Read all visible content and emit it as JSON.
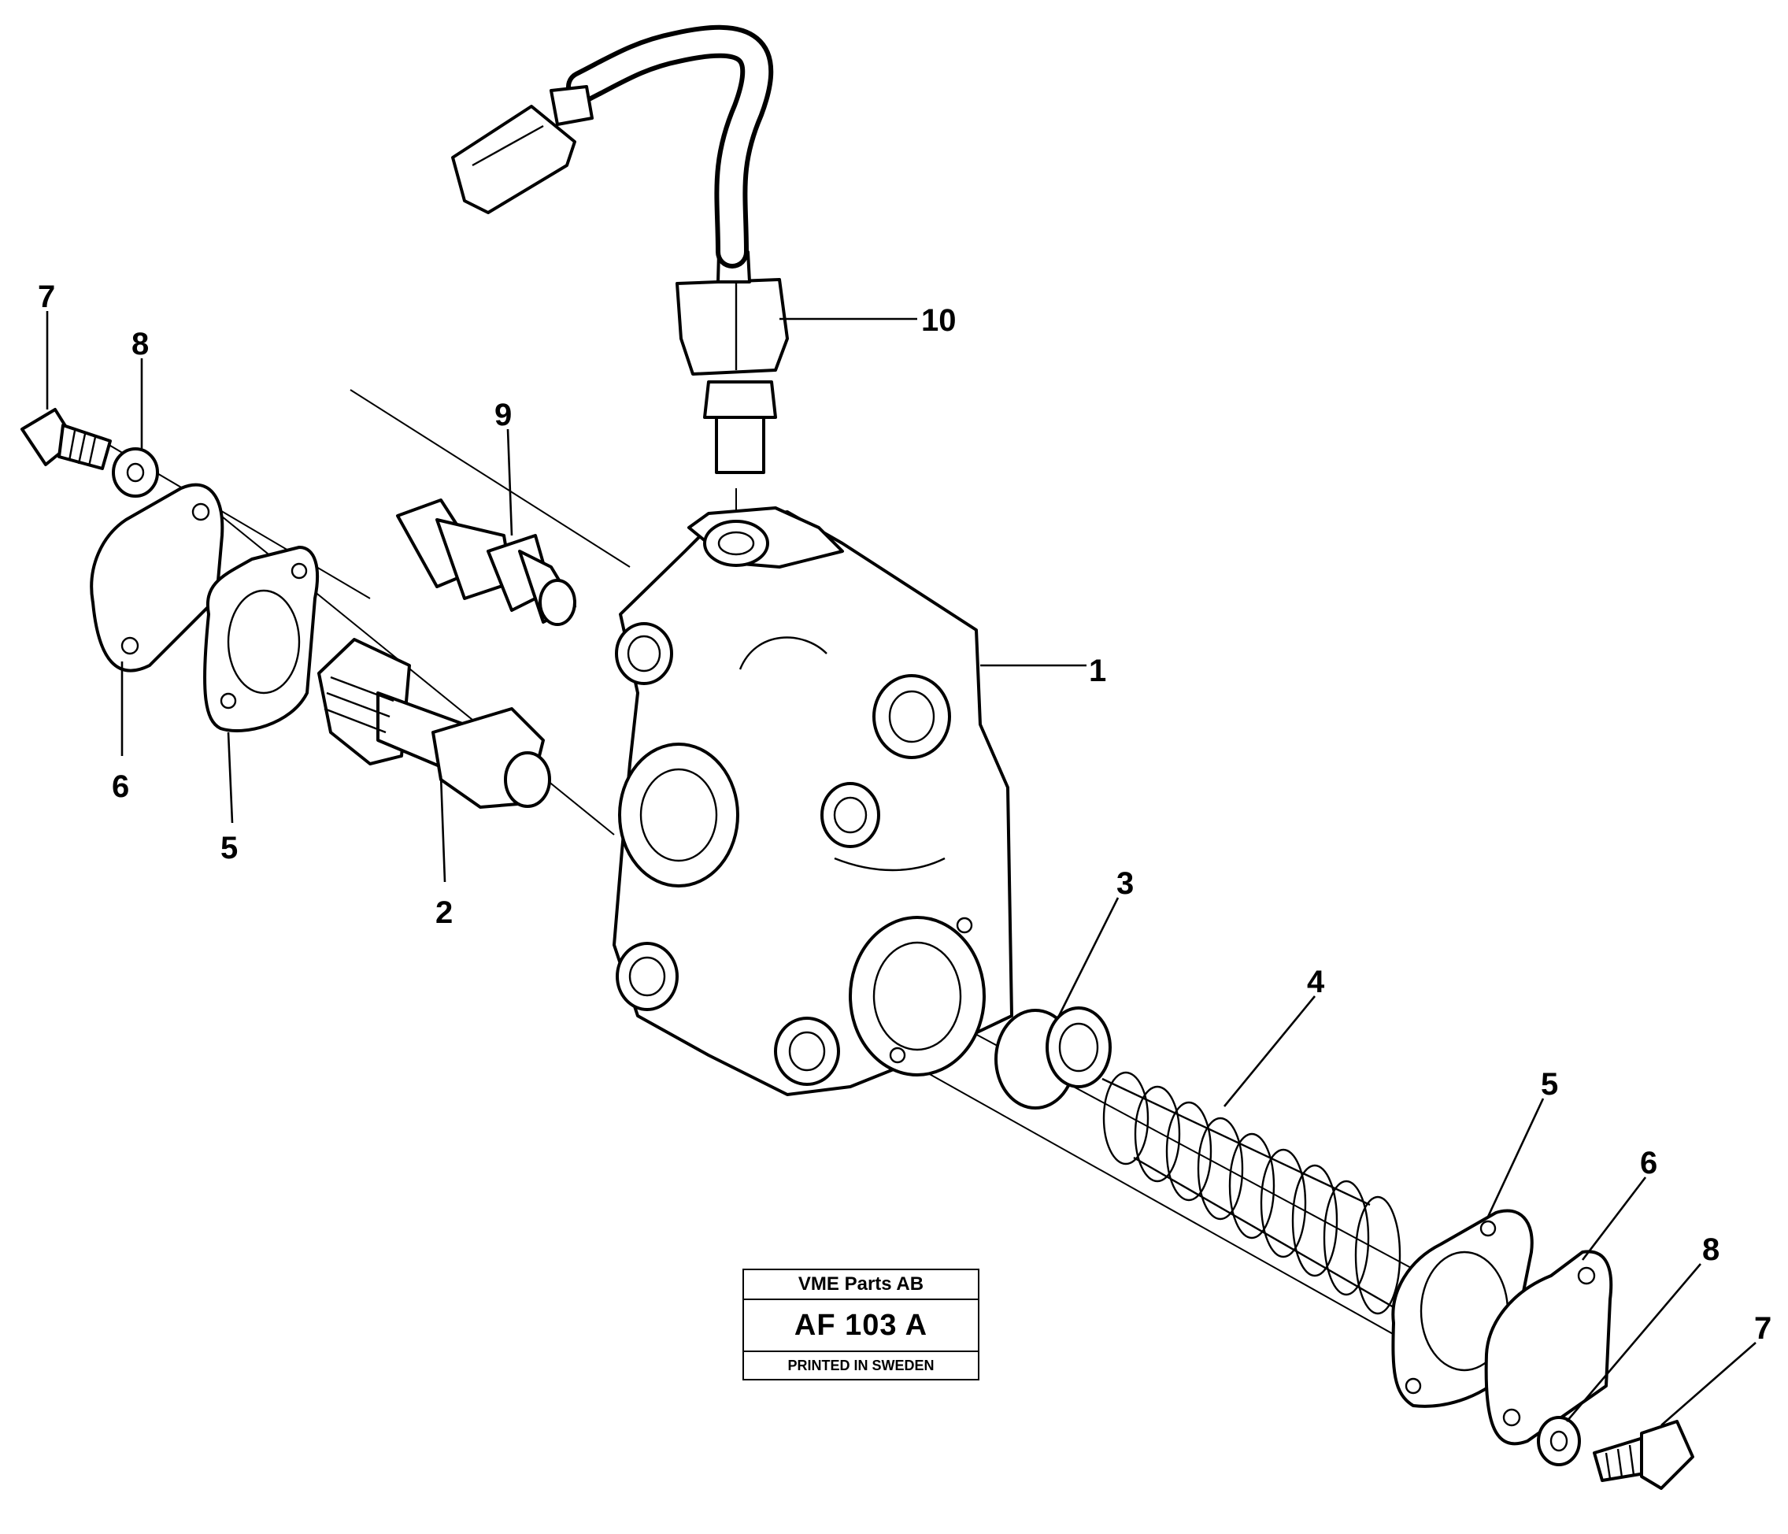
{
  "title_block": {
    "company": "VME Parts AB",
    "code": "AF 103 A",
    "printed": "PRINTED IN SWEDEN"
  },
  "callouts": {
    "c1": "1",
    "c2": "2",
    "c3": "3",
    "c4": "4",
    "c5a": "5",
    "c5b": "5",
    "c6a": "6",
    "c6b": "6",
    "c7a": "7",
    "c7b": "7",
    "c8a": "8",
    "c8b": "8",
    "c9": "9",
    "c10": "10"
  }
}
